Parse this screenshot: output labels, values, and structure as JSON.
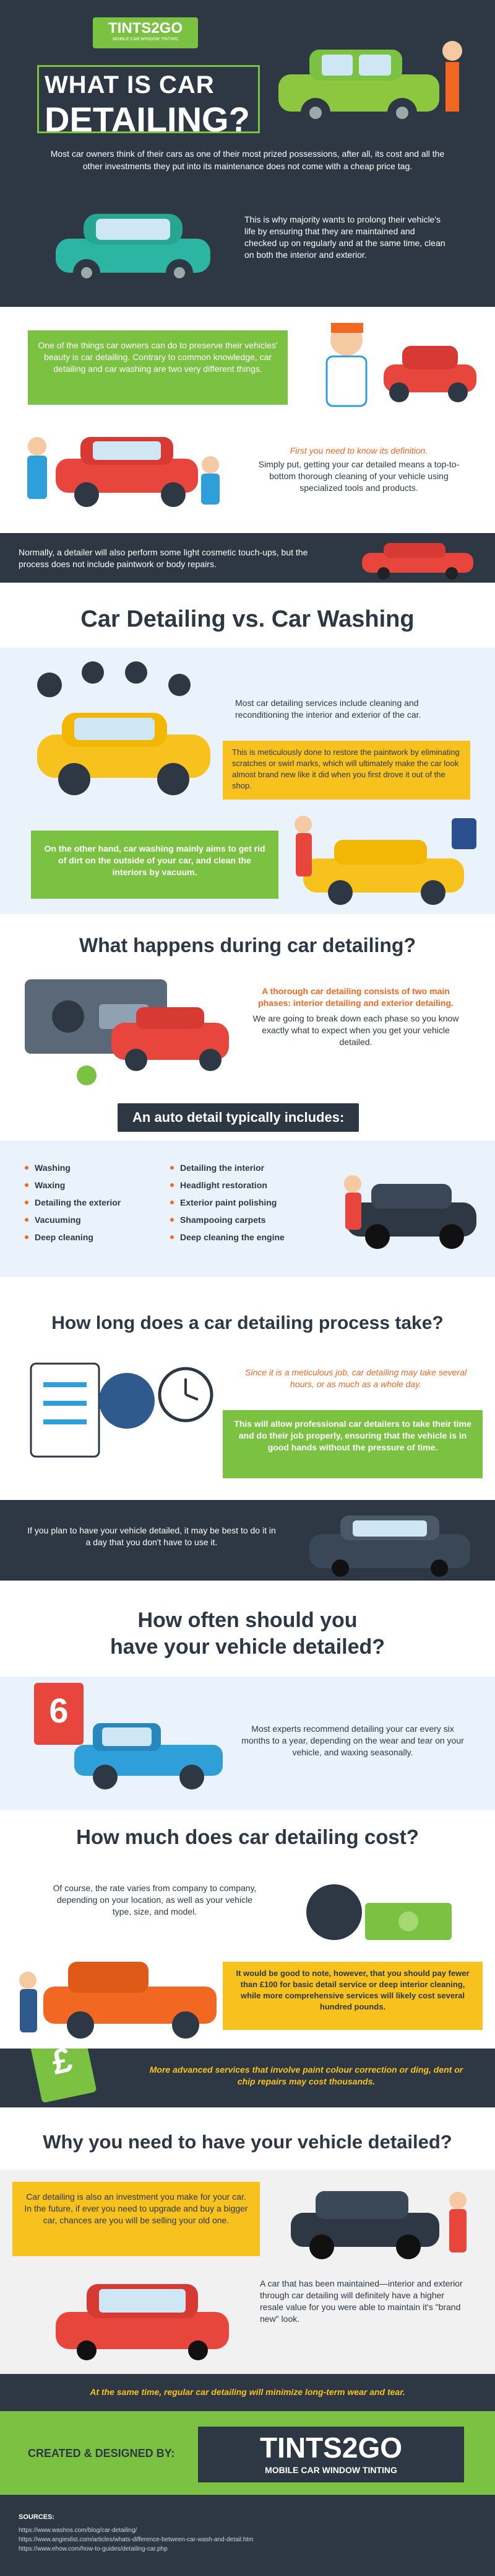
{
  "brand": {
    "logo": "TINTS2GO",
    "tagline": "MOBILE CAR WINDOW TINTING",
    "colors": {
      "green": "#7cc242",
      "dark": "#2d3844",
      "orange": "#f26722",
      "red": "#e8453c",
      "blue": "#eaf3fb"
    }
  },
  "hero": {
    "title_line1": "WHAT IS CAR",
    "title_line2": "DETAILING?",
    "intro": "Most car owners think of their cars as one of their most prized possessions, after all, its cost and all the other investments they put into its maintenance does not come with a cheap price tag.",
    "p1": "This is why majority wants to prolong their vehicle's life by ensuring that they are maintained and checked up on regularly and at the same time, clean on both the interior and exterior.",
    "p2": "One of the things car owners can do to preserve their vehicles' beauty is car detailing. Contrary to common knowledge, car detailing and car washing are two very different things.",
    "p3_title": "First you need to know its definition.",
    "p3": "Simply put, getting your car detailed means a top-to-bottom thorough cleaning of your vehicle using specialized tools and products.",
    "p4": "Normally, a detailer will also perform some light cosmetic touch-ups, but the process does not include paintwork or body repairs."
  },
  "vs": {
    "heading": "Car Detailing vs. Car Washing",
    "p1": "Most car detailing services include cleaning and reconditioning the interior and exterior of the car.",
    "p2": "This is meticulously done to restore the paintwork by eliminating scratches or swirl marks, which will ultimately make the car look almost brand new like it did when you first drove it out of the shop.",
    "p3": "On the other hand, car washing mainly aims to get rid of dirt on the outside of your car, and clean the interiors by vacuum."
  },
  "during": {
    "heading": "What happens during car detailing?",
    "p1_title": "A thorough car detailing consists of two main phases: interior detailing and exterior detailing.",
    "p1": "We are going to break down each phase so you know exactly what to expect when you get your vehicle detailed.",
    "badge": "An auto detail typically includes:",
    "col1": [
      "Washing",
      "Waxing",
      "Detailing the exterior",
      "Vacuuming",
      "Deep cleaning"
    ],
    "col2": [
      "Detailing the interior",
      "Headlight restoration",
      "Exterior paint polishing",
      "Shampooing carpets",
      "Deep cleaning the engine"
    ]
  },
  "howlong": {
    "heading": "How long does a car detailing process take?",
    "p1": "Since it is a meticulous job, car detailing may take several hours, or as much as a whole day.",
    "p2": "This will allow professional car detailers to take their time and do their job properly, ensuring that the vehicle is in good hands without the pressure of time.",
    "p3": "If you plan to have your vehicle detailed, it may be best to do it in a day that you don't have to use it."
  },
  "howoften": {
    "heading_line1": "How often should you",
    "heading_line2": "have your vehicle detailed?",
    "calendar": "6",
    "p1": "Most experts recommend detailing your car every six months to a year, depending on the wear and tear on your vehicle, and waxing seasonally."
  },
  "cost": {
    "heading": "How much does car detailing cost?",
    "p1": "Of course, the rate varies from company to company, depending on your location, as well as your vehicle type, size, and model.",
    "p2": "It would be good to note, however, that you should pay fewer than £100 for basic detail service or deep interior cleaning, while more comprehensive services will likely cost several hundred pounds.",
    "p3": "More advanced services that involve paint colour correction or ding, dent or chip repairs may cost thousands.",
    "currency": "£"
  },
  "why": {
    "heading": "Why you need to have your vehicle detailed?",
    "p1": "Car detailing is also an investment you make for your car. In the future, if ever you need to upgrade and buy a bigger car, chances are you will be selling your old one.",
    "p2": "A car that has been maintained—interior and exterior through car detailing will definitely have a higher resale value for you were able to maintain it's \"brand new\" look.",
    "p3": "At the same time, regular car detailing will minimize long-term wear and tear."
  },
  "footer": {
    "created": "CREATED & DESIGNED BY:",
    "sources_label": "SOURCES:",
    "sources": [
      "https://www.washos.com/blog/car-detailing/",
      "https://www.angieslist.com/articles/whats-difference-between-car-wash-and-detail.htm",
      "https://www.ehow.com/how-to-guides/detailing-car.php"
    ]
  }
}
